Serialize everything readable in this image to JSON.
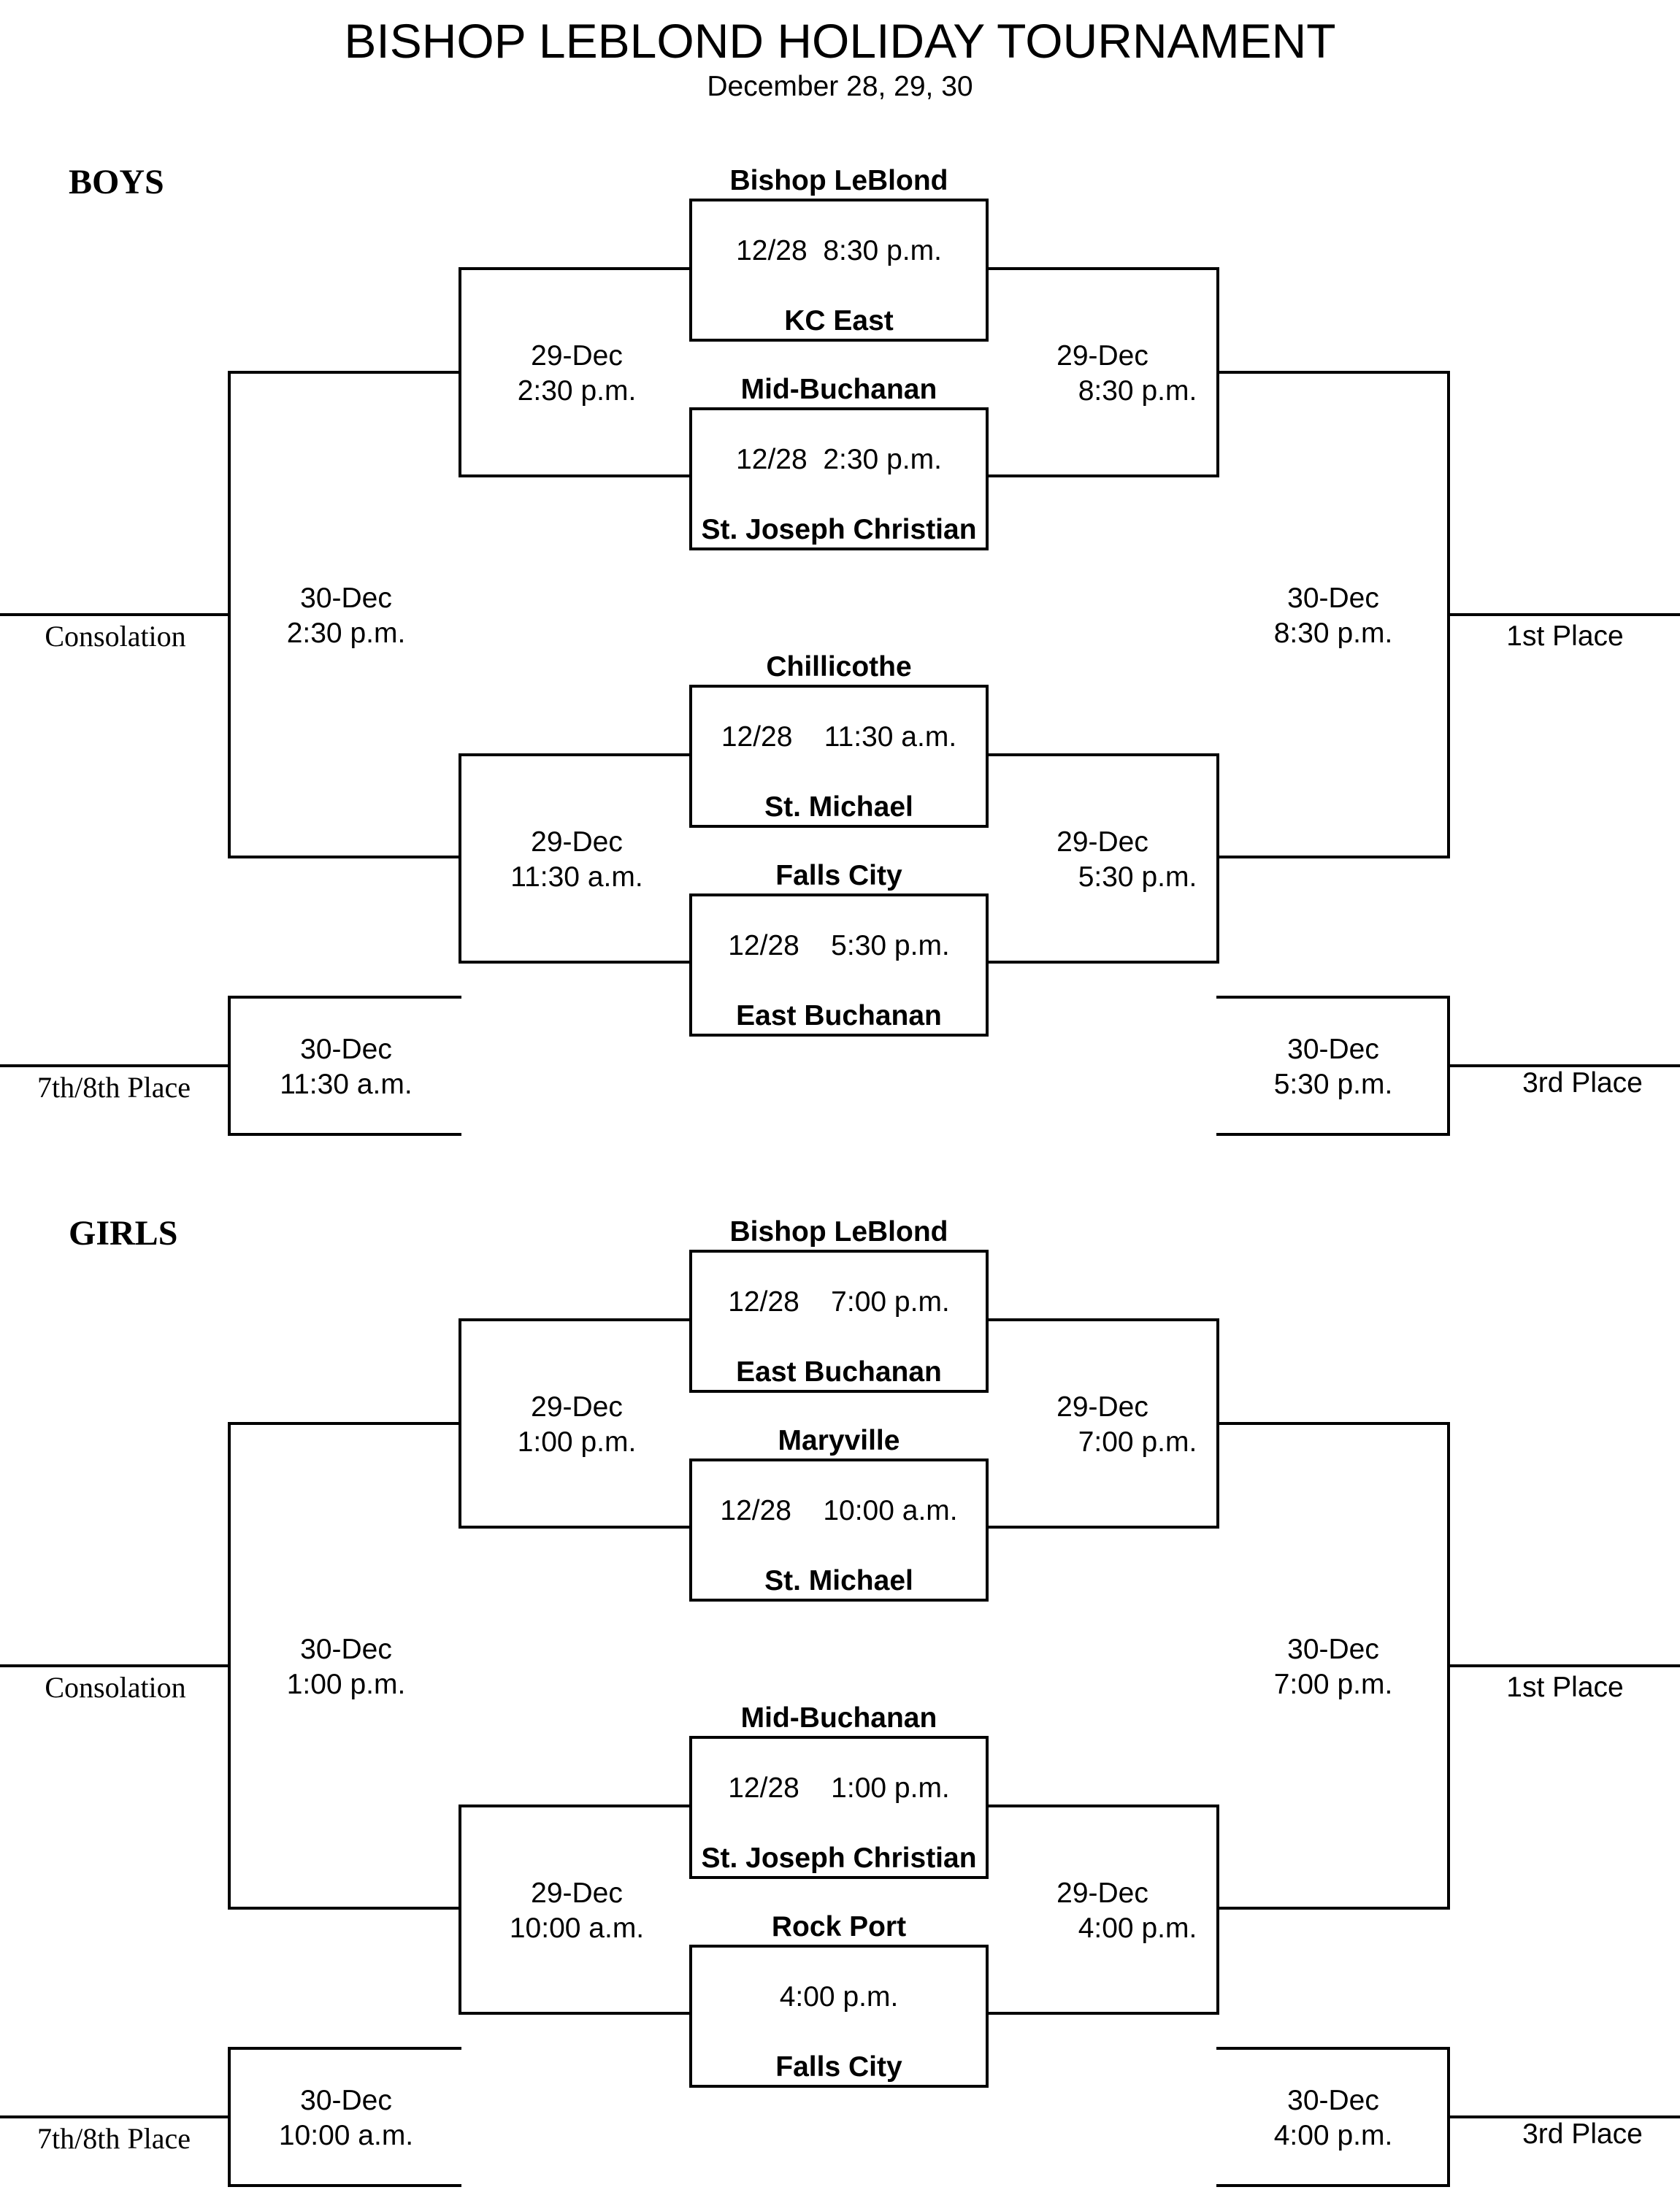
{
  "title": "BISHOP LEBLOND HOLIDAY TOURNAMENT",
  "subtitle": "December 28, 29, 30",
  "brackets": [
    {
      "heading": "BOYS",
      "first_round": [
        {
          "top_team": "Bishop LeBlond",
          "time": "12/28  8:30 p.m.",
          "bottom_team": "KC East"
        },
        {
          "top_team": "Mid-Buchanan",
          "time": "12/28  2:30 p.m.",
          "bottom_team": "St. Joseph Christian"
        },
        {
          "top_team": "Chillicothe",
          "time": "12/28    11:30 a.m.",
          "bottom_team": "St. Michael"
        },
        {
          "top_team": "Falls City",
          "time": "12/28    5:30 p.m.",
          "bottom_team": "East Buchanan"
        }
      ],
      "consolation_semis": [
        {
          "date": "29-Dec",
          "time": "2:30 p.m."
        },
        {
          "date": "29-Dec",
          "time": "11:30 a.m."
        }
      ],
      "winner_semis": [
        {
          "date": "29-Dec",
          "time": "8:30 p.m."
        },
        {
          "date": "29-Dec",
          "time": "5:30 p.m."
        }
      ],
      "consolation_final": {
        "date": "30-Dec",
        "time": "2:30 p.m.",
        "label": "Consolation"
      },
      "championship": {
        "date": "30-Dec",
        "time": "8:30 p.m.",
        "label": "1st Place"
      },
      "seventh_place": {
        "date": "30-Dec",
        "time": "11:30 a.m.",
        "label": "7th/8th Place"
      },
      "third_place": {
        "date": "30-Dec",
        "time": "5:30 p.m.",
        "label": "3rd Place"
      }
    },
    {
      "heading": "GIRLS",
      "first_round": [
        {
          "top_team": "Bishop LeBlond",
          "time": "12/28    7:00 p.m.",
          "bottom_team": "East Buchanan"
        },
        {
          "top_team": "Maryville",
          "time": "12/28    10:00 a.m.",
          "bottom_team": "St. Michael"
        },
        {
          "top_team": "Mid-Buchanan",
          "time": "12/28    1:00 p.m.",
          "bottom_team": "St. Joseph Christian"
        },
        {
          "top_team": "Rock Port",
          "time": "4:00 p.m.",
          "bottom_team": "Falls City"
        }
      ],
      "consolation_semis": [
        {
          "date": "29-Dec",
          "time": "1:00 p.m."
        },
        {
          "date": "29-Dec",
          "time": "10:00 a.m."
        }
      ],
      "winner_semis": [
        {
          "date": "29-Dec",
          "time": "7:00 p.m."
        },
        {
          "date": "29-Dec",
          "time": "4:00 p.m."
        }
      ],
      "consolation_final": {
        "date": "30-Dec",
        "time": "1:00 p.m.",
        "label": "Consolation"
      },
      "championship": {
        "date": "30-Dec",
        "time": "7:00 p.m.",
        "label": "1st Place"
      },
      "seventh_place": {
        "date": "30-Dec",
        "time": "10:00 a.m.",
        "label": "7th/8th Place"
      },
      "third_place": {
        "date": "30-Dec",
        "time": "4:00 p.m.",
        "label": "3rd Place"
      }
    }
  ]
}
